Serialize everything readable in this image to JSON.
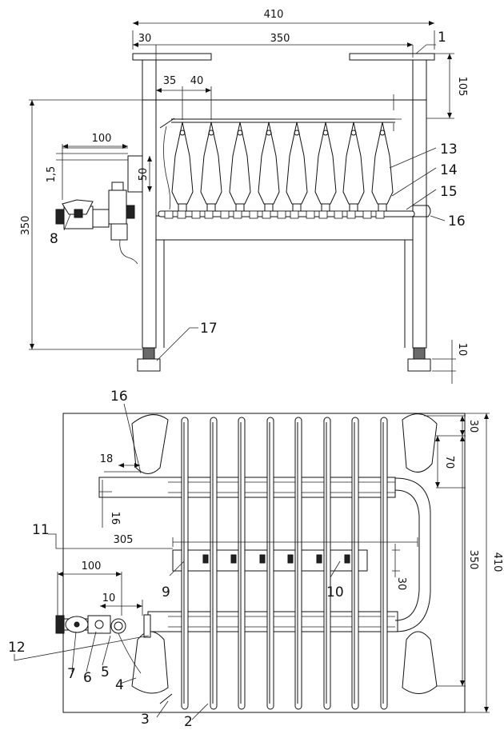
{
  "dimensions": {
    "top_width_410": "410",
    "top_offset_30": "30",
    "top_span_350": "350",
    "top_height_105": "105",
    "pitch_35": "35",
    "pitch_40": "40",
    "side_100": "100",
    "side_1_5": "1,5",
    "side_50": "50",
    "height_350": "350",
    "foot_10": "10",
    "plan_18": "18",
    "plan_16": "16",
    "plan_305": "305",
    "plan_100": "100",
    "plan_10": "10",
    "plan_30a": "30",
    "plan_70": "70",
    "plan_30b": "30",
    "plan_350": "350",
    "plan_410": "410"
  },
  "callouts": {
    "c1": "1",
    "c2": "2",
    "c3": "3",
    "c4": "4",
    "c5": "5",
    "c6": "6",
    "c7": "7",
    "c8": "8",
    "c9": "9",
    "c10": "10",
    "c11": "11",
    "c12": "12",
    "c13": "13",
    "c14": "14",
    "c15": "15",
    "c16a": "16",
    "c16b": "16",
    "c17": "17"
  }
}
